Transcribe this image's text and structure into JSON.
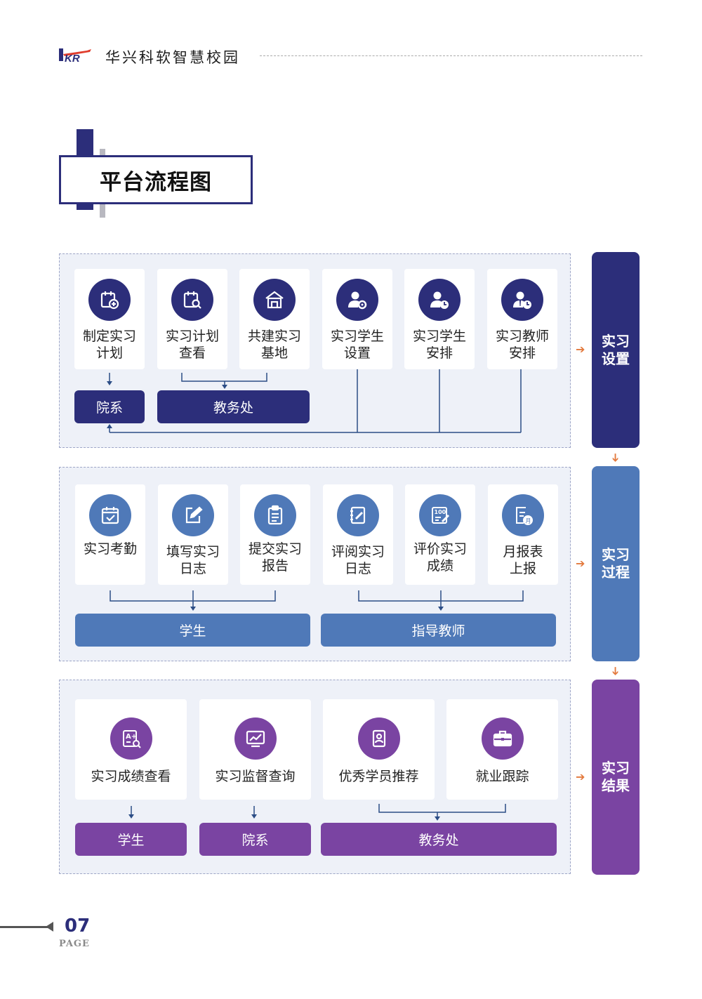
{
  "header": {
    "logo_text": "HKR",
    "brand": "华兴科软智慧校园"
  },
  "title": "平台流程图",
  "colors": {
    "navy": "#2c2e7a",
    "blue": "#4f79b8",
    "purple": "#7a44a2",
    "orange": "#e37a3e"
  },
  "section1": {
    "side": [
      "实习",
      "设置"
    ],
    "cards": [
      {
        "line1": "制定实习",
        "line2": "计划",
        "icon": "calendar-add-icon"
      },
      {
        "line1": "实习计划",
        "line2": "查看",
        "icon": "calendar-search-icon"
      },
      {
        "line1": "共建实习",
        "line2": "基地",
        "icon": "building-icon"
      },
      {
        "line1": "实习学生",
        "line2": "设置",
        "icon": "user-gear-icon"
      },
      {
        "line1": "实习学生",
        "line2": "安排",
        "icon": "user-clock-icon"
      },
      {
        "line1": "实习教师",
        "line2": "安排",
        "icon": "teacher-clock-icon"
      }
    ],
    "bars": [
      "院系",
      "教务处"
    ]
  },
  "section2": {
    "side": [
      "实习",
      "过程"
    ],
    "cards": [
      {
        "line1": "实习考勤",
        "line2": "",
        "icon": "calendar-check-icon"
      },
      {
        "line1": "填写实习",
        "line2": "日志",
        "icon": "edit-icon"
      },
      {
        "line1": "提交实习",
        "line2": "报告",
        "icon": "clipboard-icon"
      },
      {
        "line1": "评阅实习",
        "line2": "日志",
        "icon": "notebook-pen-icon"
      },
      {
        "line1": "评价实习",
        "line2": "成绩",
        "icon": "score-100-icon"
      },
      {
        "line1": "月报表",
        "line2": "上报",
        "icon": "monthly-report-icon"
      }
    ],
    "bars": [
      "学生",
      "指导教师"
    ]
  },
  "section3": {
    "side": [
      "实习",
      "结果"
    ],
    "cards": [
      {
        "line1": "实习成绩查看",
        "icon": "grade-search-icon"
      },
      {
        "line1": "实习监督查询",
        "icon": "monitor-chart-icon"
      },
      {
        "line1": "优秀学员推荐",
        "icon": "badge-user-icon"
      },
      {
        "line1": "就业跟踪",
        "icon": "briefcase-icon"
      }
    ],
    "bars": [
      "学生",
      "院系",
      "教务处"
    ]
  },
  "footer": {
    "page_number": "07",
    "page_word": "PAGE"
  }
}
